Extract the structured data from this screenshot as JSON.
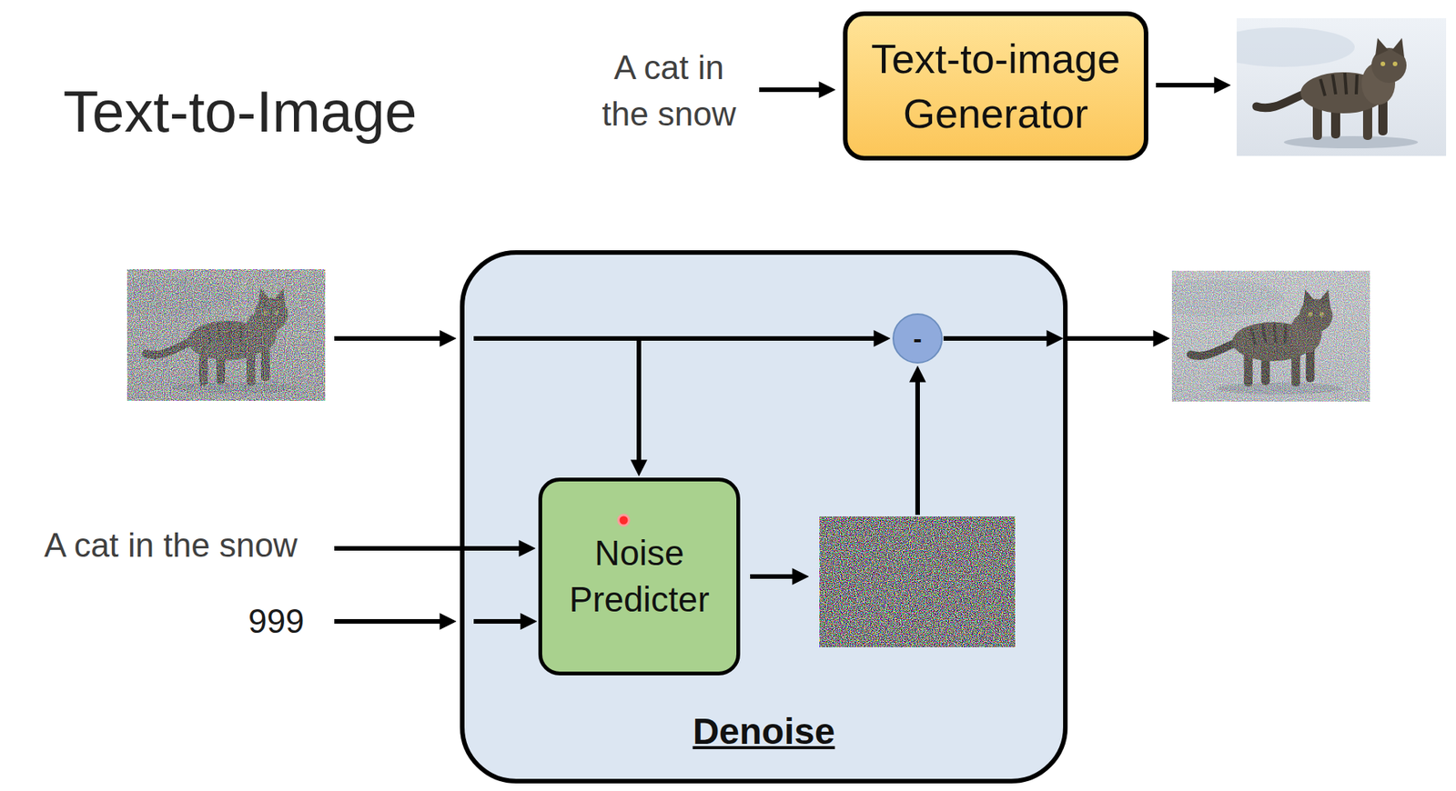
{
  "diagram": {
    "title": "Text-to-Image",
    "nodes": [
      {
        "text": [
          "Text-to-image Generator"
        ]
      },
      {
        "text": [
          "Denoise"
        ]
      },
      {
        "text": [
          "-"
        ],
        "in": 1
      },
      {
        "text": [
          "Noise Predicter"
        ],
        "in": 1
      }
    ],
    "labels": [
      "A cat in the snow",
      "A cat in the snow",
      "999"
    ]
  }
}
